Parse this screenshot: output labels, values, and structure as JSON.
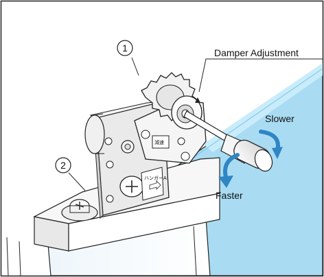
{
  "callouts": [
    {
      "number": "1"
    },
    {
      "number": "2"
    }
  ],
  "labels": {
    "damper_adjustment": "Damper Adjustment",
    "slower": "Slower",
    "faster": "Faster"
  },
  "stickers": {
    "hanger_text": "ハンガーA",
    "plate_text": "減速"
  },
  "colors": {
    "glass_blue": "#a9dcf3",
    "glass_blue_light": "#c9ecfb",
    "arrow_blue": "#2f86c4",
    "line": "#1a1a1a"
  }
}
